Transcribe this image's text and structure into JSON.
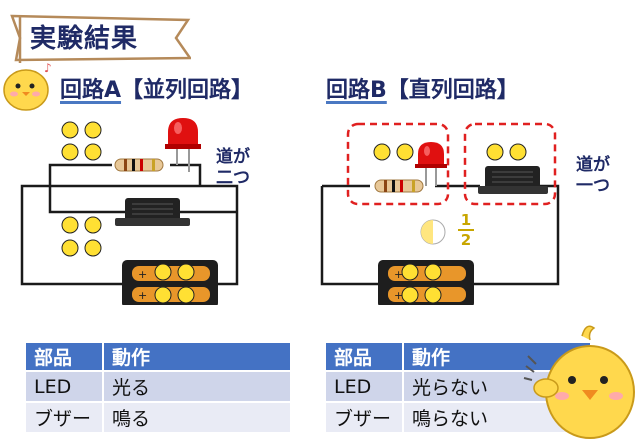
{
  "title": "実験結果",
  "circuit_a": {
    "name": "回路A",
    "type": "【並列回路】",
    "path_label_1": "道が",
    "path_label_2": "二つ"
  },
  "circuit_b": {
    "name": "回路B",
    "type": "【直列回路】",
    "path_label_1": "道が",
    "path_label_2": "一つ",
    "brightness_numerator": "1",
    "brightness_denominator": "2"
  },
  "table_a": {
    "headers": [
      "部品",
      "動作"
    ],
    "rows": [
      [
        "LED",
        "光る"
      ],
      [
        "ブザー",
        "鳴る"
      ]
    ]
  },
  "table_b": {
    "headers": [
      "部品",
      "動作"
    ],
    "rows": [
      [
        "LED",
        "光らない"
      ],
      [
        "ブザー",
        "鳴らない"
      ]
    ]
  },
  "colors": {
    "wire": "#1a1a1a",
    "accent": "#4472c4",
    "title": "#1f2a66",
    "dashed": "#e02020",
    "led": "#e01010"
  }
}
